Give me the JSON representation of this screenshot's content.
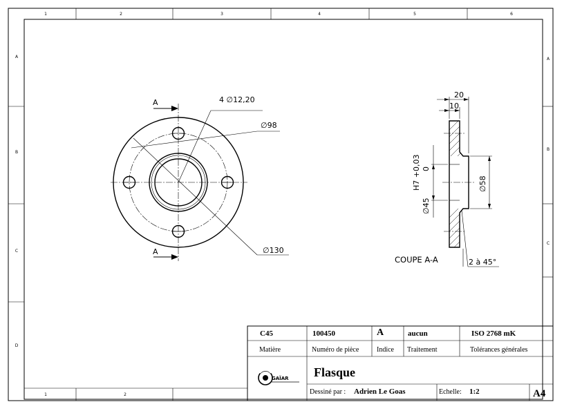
{
  "border": {
    "top_columns": [
      "1",
      "2",
      "3",
      "4",
      "5",
      "6"
    ],
    "bottom_columns": [
      "1",
      "2"
    ],
    "left_rows": [
      "A",
      "B",
      "C",
      "D"
    ],
    "right_rows": [
      "A",
      "B",
      "C"
    ]
  },
  "front_view": {
    "section_letter_top": "A",
    "section_letter_bottom": "A",
    "dim_holes": "4 ∅12,20",
    "dim_bolt_circle": "∅98",
    "dim_outer": "∅130"
  },
  "section_view": {
    "title": "COUPE A-A",
    "dim_width": "20",
    "dim_flange": "10",
    "dim_bore": "∅45",
    "dim_tolerance": "H7 +0,03",
    "dim_tolerance_low": "0",
    "dim_hub": "∅58",
    "dim_chamfer": "2 à 45°"
  },
  "title_block": {
    "material_value": "C45",
    "part_number_value": "100450",
    "index_value": "A",
    "treatment_value": "aucun",
    "tolerance_value": "ISO 2768 mK",
    "material_label": "Matière",
    "part_number_label": "Numéro de pièce",
    "index_label": "Indice",
    "treatment_label": "Traitement",
    "tolerance_label": "Tolérances générales",
    "part_name": "Flasque",
    "drawn_by_label": "Dessiné par :",
    "drawn_by_value": "Adrien Le Goas",
    "scale_label": "Echelle:",
    "scale_value": "1:2",
    "format": "A4",
    "logo_text": "GAÏAR"
  }
}
